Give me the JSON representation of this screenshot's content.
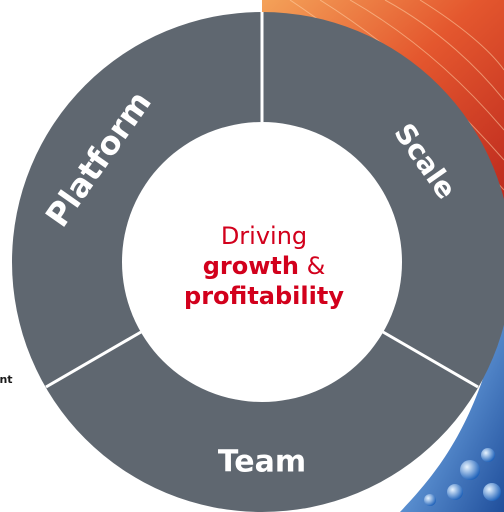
{
  "diagram": {
    "segments": [
      {
        "label": "Platform"
      },
      {
        "label": "Scale"
      },
      {
        "label": "Team"
      }
    ],
    "center": {
      "line1": "Driving",
      "line2_bold": "growth",
      "line2_rest": " &",
      "line3": "profitability"
    },
    "side_text": "ent"
  },
  "colors": {
    "ring": "#5f6770",
    "divider": "#ffffff",
    "center_fill": "#ffffff",
    "accent": "#d2001c",
    "label": "#ffffff"
  }
}
